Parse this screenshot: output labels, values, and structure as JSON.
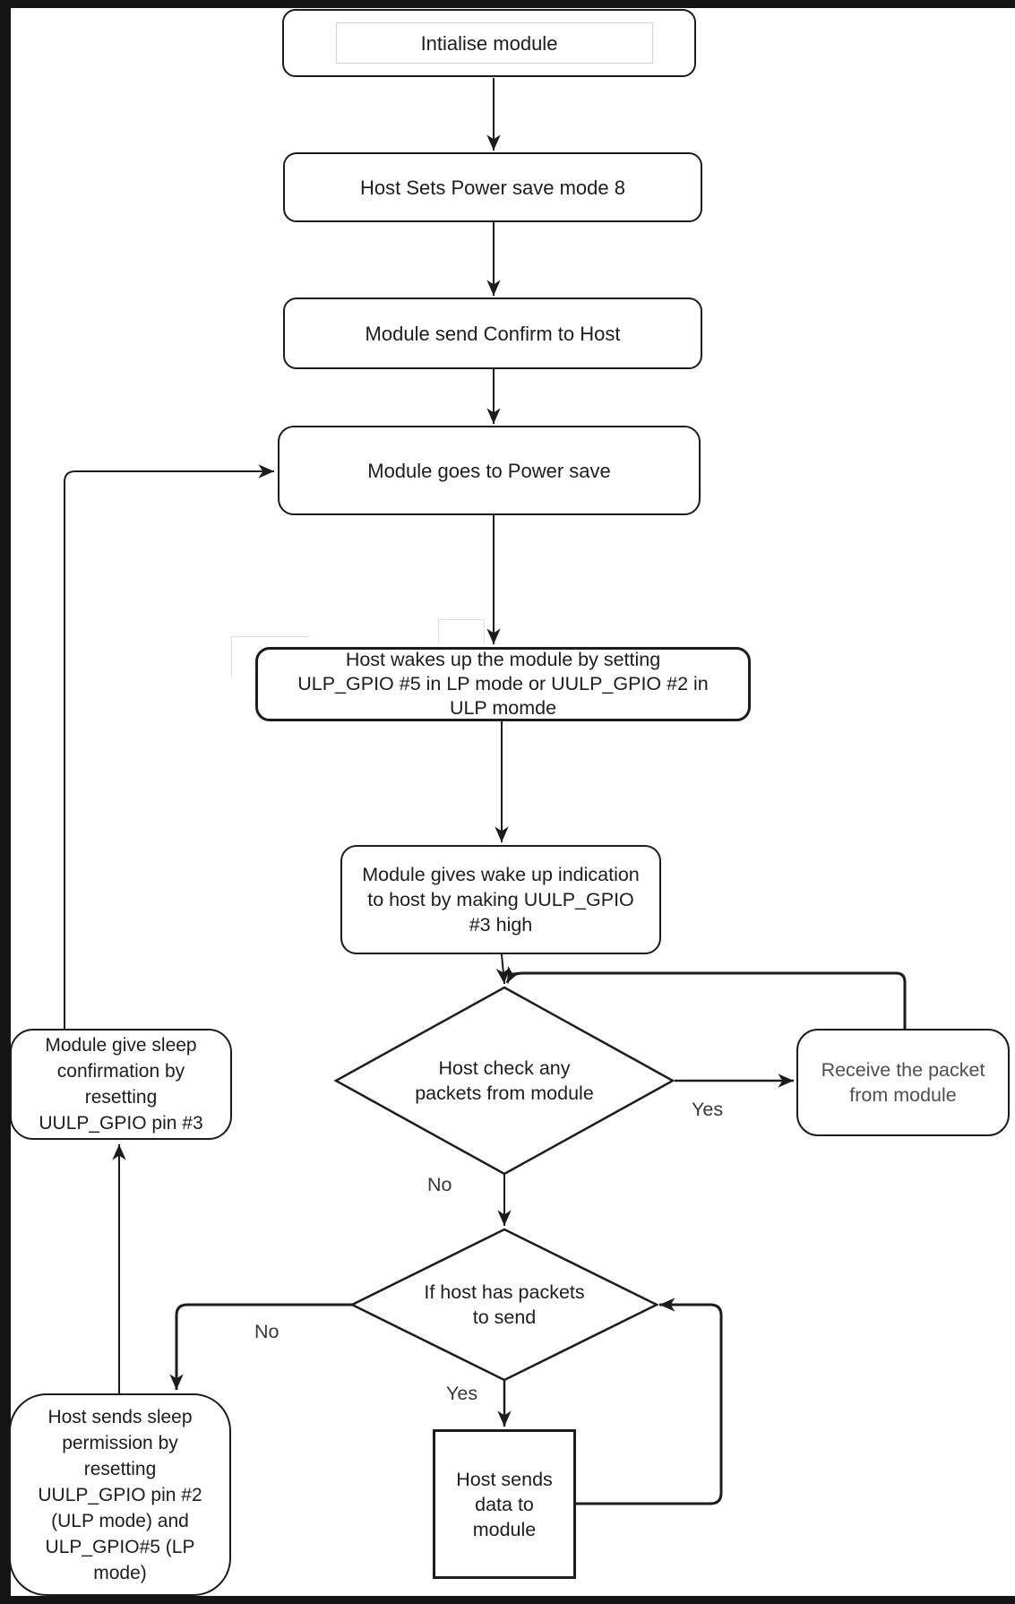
{
  "diagram": {
    "title": "Power save mode 8 host-module handshake flowchart",
    "colors": {
      "line": "#1c1c1c",
      "frame": "#141414",
      "background": "#ffffff",
      "receive_text": "#4f4f4f"
    },
    "nodes": {
      "init": {
        "label": "Intialise module"
      },
      "psmode": {
        "label": "Host Sets Power save mode 8"
      },
      "confirm": {
        "label": "Module send Confirm to Host"
      },
      "powersave": {
        "label": "Module goes to Power save"
      },
      "wake": {
        "label": "Host wakes up the module by setting\nULP_GPIO #5 in LP mode or UULP_GPIO #2 in\nULP momde"
      },
      "indication": {
        "label": "Module gives wake up indication\nto host by making UULP_GPIO\n#3 high"
      },
      "check_packets": {
        "label": "Host check any\npackets from module"
      },
      "receive": {
        "label": "Receive the packet\nfrom module"
      },
      "has_packets": {
        "label": "If host has packets\nto send"
      },
      "send_data": {
        "label": "Host sends\ndata to\nmodule"
      },
      "sleep_permission": {
        "label": "Host sends sleep\npermission by\nresetting\nUULP_GPIO pin #2\n(ULP mode) and\nULP_GPIO#5 (LP\nmode)"
      },
      "sleep_confirmation": {
        "label": "Module give sleep\nconfirmation by\nresetting\nUULP_GPIO pin #3"
      }
    },
    "edge_labels": {
      "yes_check": "Yes",
      "no_check": "No",
      "yes_send": "Yes",
      "no_send": "No"
    }
  }
}
